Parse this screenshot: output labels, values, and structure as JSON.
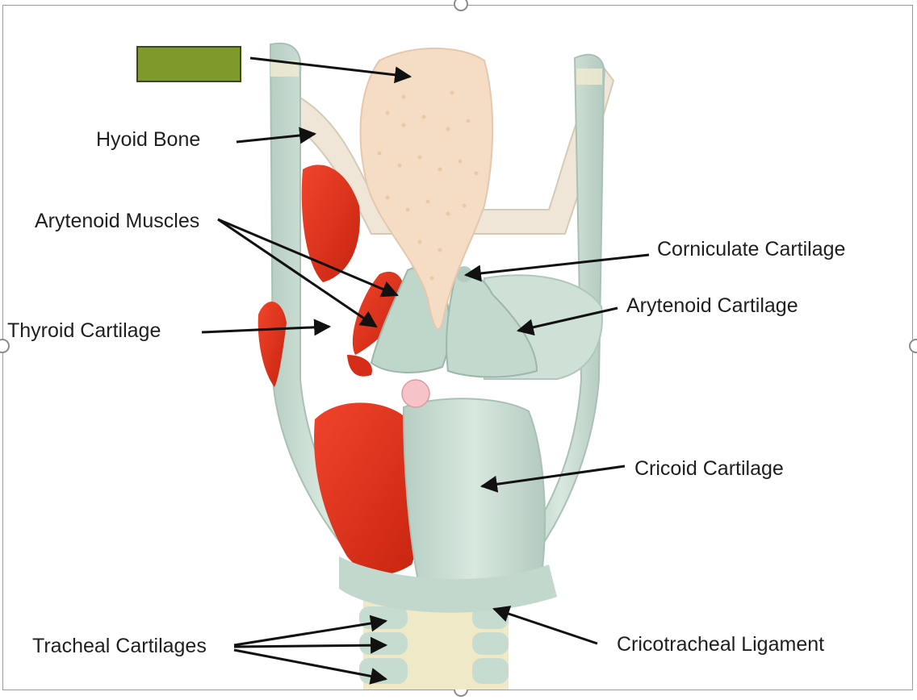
{
  "colors": {
    "answer_box": "#7d9a2a",
    "cartilage": "#c9ddd2",
    "muscle": "#e1331f",
    "epiglottis": "#f5dcc4",
    "arrow": "#111111"
  },
  "labels": {
    "hyoid_bone": "Hyoid Bone",
    "arytenoid_muscles": "Arytenoid Muscles",
    "thyroid_cartilage": "Thyroid Cartilage",
    "tracheal_cartilages": "Tracheal Cartilages",
    "corniculate_cartilage": "Corniculate Cartilage",
    "arytenoid_cartilage": "Arytenoid Cartilage",
    "cricoid_cartilage": "Cricoid Cartilage",
    "cricotracheal_ligament": "Cricotracheal Ligament"
  },
  "answer_box_text": ""
}
